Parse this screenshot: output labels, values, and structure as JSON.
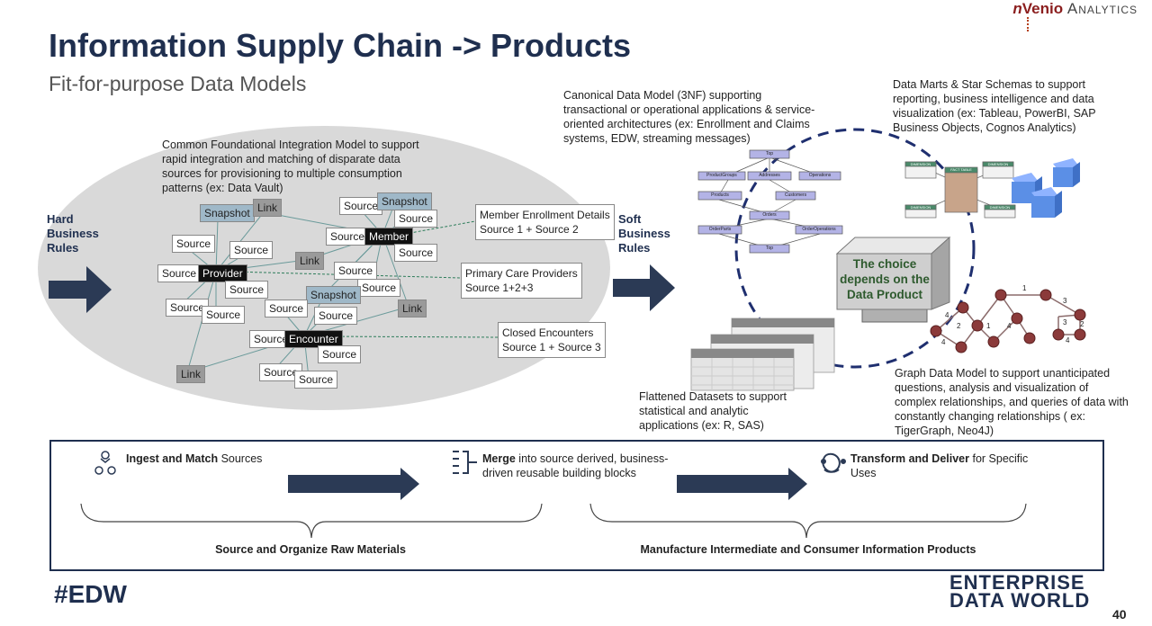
{
  "header": {
    "title": "Information Supply Chain -> Products",
    "subtitle": "Fit-for-purpose Data Models",
    "brand_n": "n",
    "brand_venio": "Venio",
    "brand_analytics": "Analytics"
  },
  "left_panel": {
    "hard_rules": "Hard\nBusiness\nRules",
    "description": "Common Foundational Integration Model to support rapid integration and matching of disparate data sources for provisioning to multiple consumption patterns (ex:  Data Vault)",
    "nodes": {
      "snapshot": "Snapshot",
      "link": "Link",
      "source": "Source",
      "member": "Member",
      "provider": "Provider",
      "encounter": "Encounter"
    },
    "callouts": [
      {
        "line1": "Member Enrollment Details",
        "line2": "Source 1 + Source 2"
      },
      {
        "line1": "Primary Care Providers",
        "line2": "Source 1+2+3"
      },
      {
        "line1": "Closed Encounters",
        "line2": "Source 1 + Source 3"
      }
    ]
  },
  "right_panel": {
    "soft_rules": "Soft\nBusiness\nRules",
    "canonical": "Canonical Data Model (3NF) supporting transactional or operational applications & service-oriented architectures (ex:  Enrollment and Claims systems, EDW, streaming messages)",
    "marts": "Data Marts & Star Schemas to support reporting, business intelligence and data visualization (ex: Tableau, PowerBI, SAP Business Objects, Cognos Analytics)",
    "choice": "The choice depends on the Data Product",
    "flattened": "Flattened Datasets to support statistical and analytic applications (ex: R, SAS)",
    "graph": "Graph Data Model to support unanticipated questions, analysis and visualization of complex relationships, and queries of data with constantly changing  relationships ( ex: TigerGraph, Neo4J)",
    "erd_labels": [
      "Top",
      "ProductGroups",
      "Addresses",
      "Operations",
      "Products",
      "Customers",
      "Orders",
      "OrderParts",
      "OrderOperations",
      "Top"
    ],
    "star_labels": [
      "DIMENSION",
      "FACT TABLE",
      "DIMENSION",
      "DIMENSION",
      "DIMENSION"
    ],
    "graph_weights": [
      "1",
      "3",
      "4",
      "2",
      "1",
      "4",
      "3",
      "2",
      "4",
      "4"
    ]
  },
  "bottom": {
    "step1_bold": "Ingest and Match",
    "step1_rest": " Sources",
    "step2_bold": "Merge",
    "step2_rest": " into source derived, business-driven reusable building blocks",
    "step3_bold": "Transform and Deliver",
    "step3_rest": " for Specific Uses",
    "group1": "Source and Organize Raw Materials",
    "group2": "Manufacture Intermediate and Consumer Information Products"
  },
  "footer": {
    "hashtag": "#EDW",
    "enterprise": "ENTERPRISE",
    "dataworld": "DATA WORLD",
    "page": "40"
  },
  "colors": {
    "navy": "#1f2f4f",
    "arrow": "#2b3a55",
    "ellipse": "#d9d9d9",
    "snapshot": "#9fb8c8",
    "link": "#9a9a9a",
    "graph_node": "#8b3a3a",
    "cube": "#5b8fe6"
  }
}
